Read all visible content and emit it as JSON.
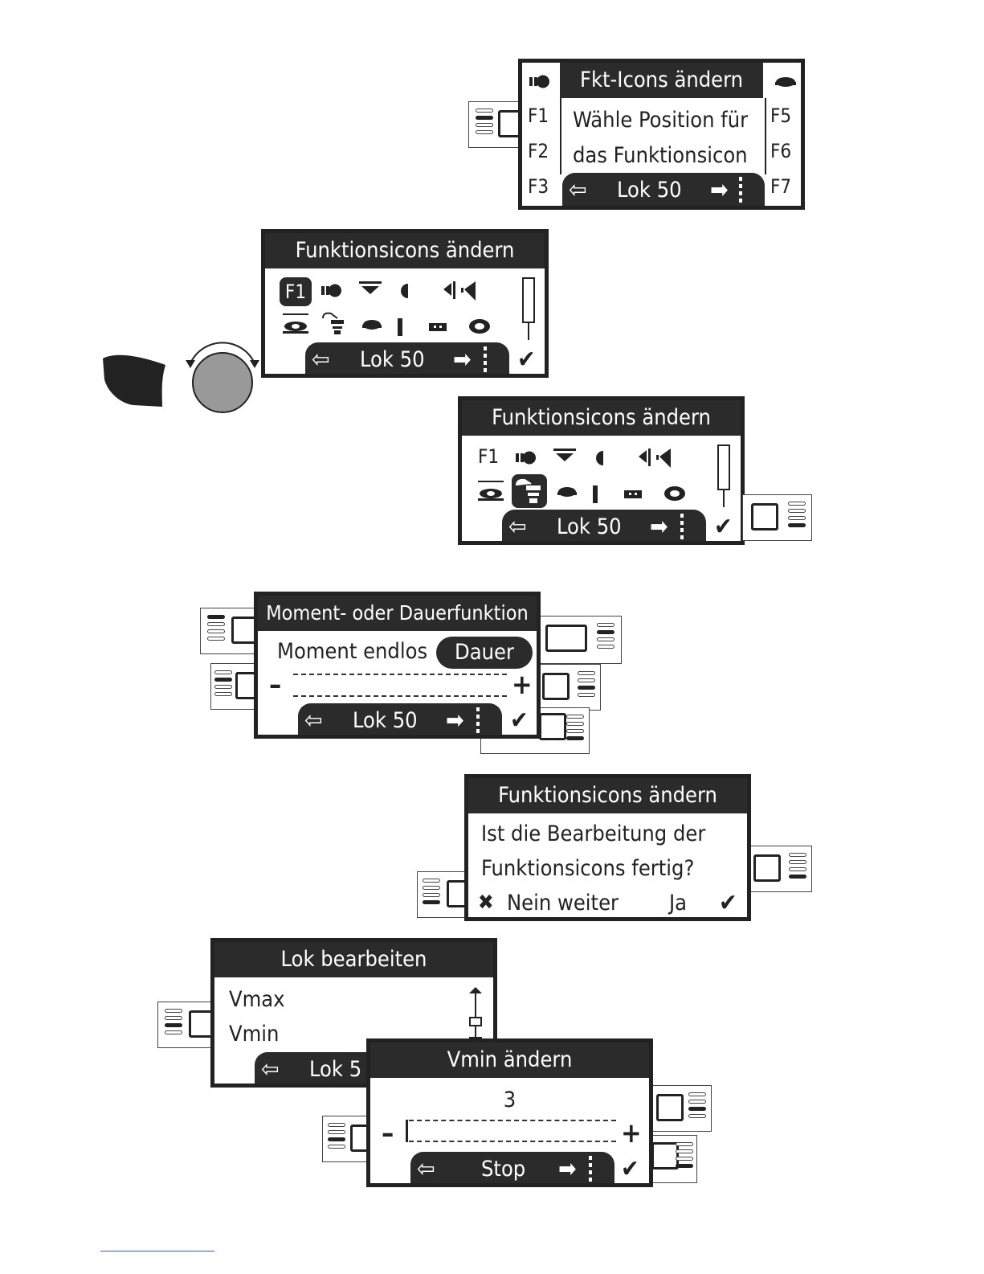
{
  "screen1": {
    "title": "Fkt-Icons ändern",
    "line1": "Wähle Position für",
    "line2": "das Funktionsicon",
    "left_labels": [
      "F1",
      "F2",
      "F3"
    ],
    "right_labels": [
      "F5",
      "F6",
      "F7"
    ],
    "bottom_label": "Lok 50"
  },
  "screen2": {
    "title": "Funktionsicons ändern",
    "selected_icon_label": "F1",
    "bottom_label": "Lok 50"
  },
  "screen3": {
    "title": "Funktionsicons ändern",
    "first_icon_label": "F1",
    "bottom_label": "Lok 50"
  },
  "screen4": {
    "title": "Moment- oder Dauerfunktion",
    "option1": "Moment endlos",
    "option2": "Dauer",
    "minus": "–",
    "plus": "+",
    "bottom_label": "Lok 50"
  },
  "screen5": {
    "title": "Funktionsicons ändern",
    "line1": "Ist die Bearbeitung der",
    "line2": "Funktionsicons fertig?",
    "no_label": "Nein weiter",
    "yes_label": "Ja"
  },
  "screen6": {
    "title": "Lok bearbeiten",
    "item1": "Vmax",
    "item2": "Vmin",
    "bottom_label": "Lok 5"
  },
  "screen7": {
    "title": "Vmin ändern",
    "value": "3",
    "minus": "–",
    "plus": "+",
    "bottom_label": "Stop"
  },
  "icons": {
    "back_arrow": "⇦",
    "forward_arrow": "➡",
    "check": "✔",
    "cross": "✖"
  }
}
